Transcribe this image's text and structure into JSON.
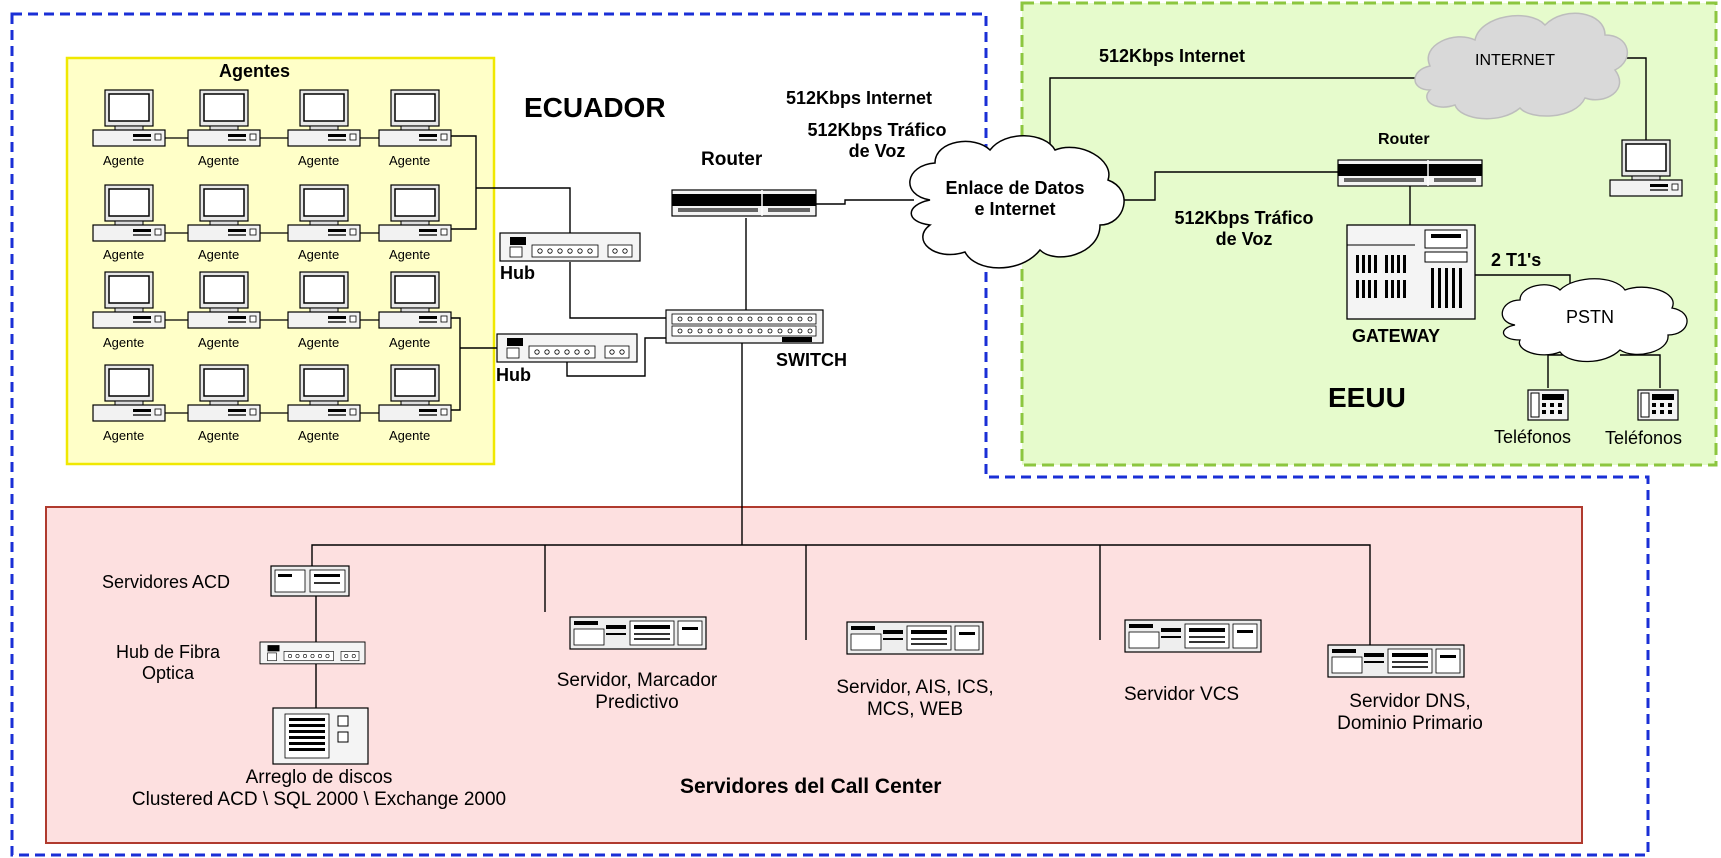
{
  "regions": {
    "ecuador": "ECUADOR",
    "eeuu": "EEUU",
    "agents_group": "Agentes",
    "servers_group": "Servidores del Call Center"
  },
  "agents": {
    "label": "Agente",
    "rows": [
      [
        "Agente",
        "Agente",
        "Agente",
        "Agente"
      ],
      [
        "Agente",
        "Agente",
        "Agente",
        "Agente"
      ],
      [
        "Agente",
        "Agente",
        "Agente",
        "Agente"
      ],
      [
        "Agente",
        "Agente",
        "Agente",
        "Agente"
      ]
    ]
  },
  "devices": {
    "hub_upper": "Hub",
    "hub_lower": "Hub",
    "router_ec": "Router",
    "switch": "SWITCH",
    "cloud_link": "Enlace de Datos\ne Internet",
    "router_us": "Router",
    "gateway": "GATEWAY",
    "internet": "INTERNET",
    "pstn": "PSTN",
    "phone_left": "Teléfonos",
    "phone_right": "Teléfonos"
  },
  "links": {
    "ec_internet": "512Kbps Internet",
    "ec_voice": "512Kbps Tráfico\nde Voz",
    "us_internet": "512Kbps Internet",
    "us_voice": "512Kbps Tráfico\nde Voz",
    "t1": "2 T1's"
  },
  "servers": {
    "acd": "Servidores ACD",
    "fiber_hub": "Hub de Fibra\nOptica",
    "disk_array": "Arreglo de discos\nClustered ACD \\ SQL 2000 \\ Exchange 2000",
    "dialer": "Servidor, Marcador\nPredictivo",
    "ais": "Servidor, AIS, ICS,\nMCS, WEB",
    "vcs": "Servidor VCS",
    "dns": "Servidor DNS,\nDominio Primario"
  },
  "colors": {
    "ecuador_border": "#1a2fd6",
    "eeuu_border": "#8cc63f",
    "eeuu_fill": "#e6fbcc",
    "agents_border": "#f0e800",
    "agents_fill": "#ffffc8",
    "servers_border": "#b03a2e",
    "servers_fill": "#fde0e0"
  }
}
